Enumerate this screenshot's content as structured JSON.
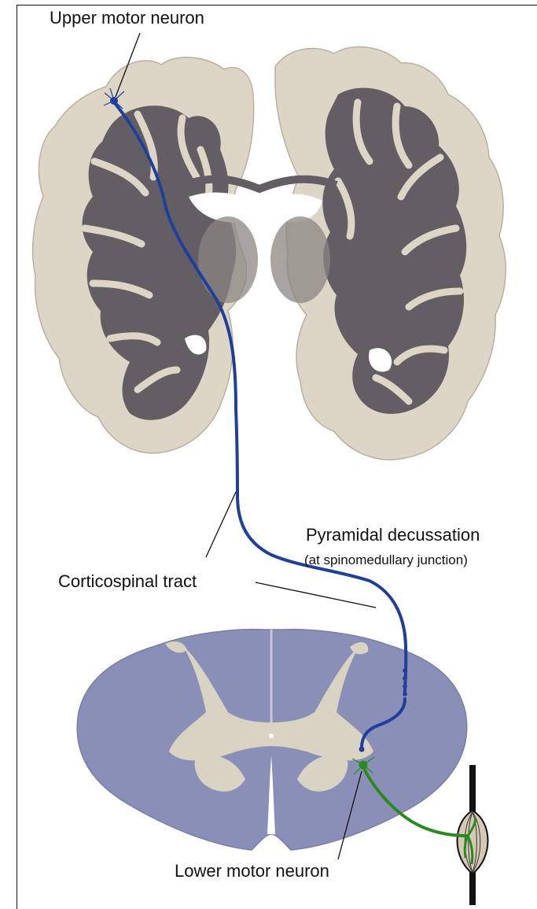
{
  "labels": {
    "upper_motor_neuron": "Upper motor neuron",
    "pyramidal_decussation": "Pyramidal decussation",
    "pyramidal_decussation_sub": "(at spinomedullary junction)",
    "corticospinal_tract": "Corticospinal tract",
    "lower_motor_neuron": "Lower motor neuron"
  },
  "colors": {
    "upper_pathway": "#1f3f9a",
    "lower_pathway": "#2a8a1f",
    "brain_gray_matter": "#ddd5c5",
    "brain_white_matter": "#625e63",
    "spinal_cord_gray": "#d8d3c2",
    "spinal_cord_white": "#8a8fb8",
    "muscle_fill": "#d6c9b4"
  }
}
